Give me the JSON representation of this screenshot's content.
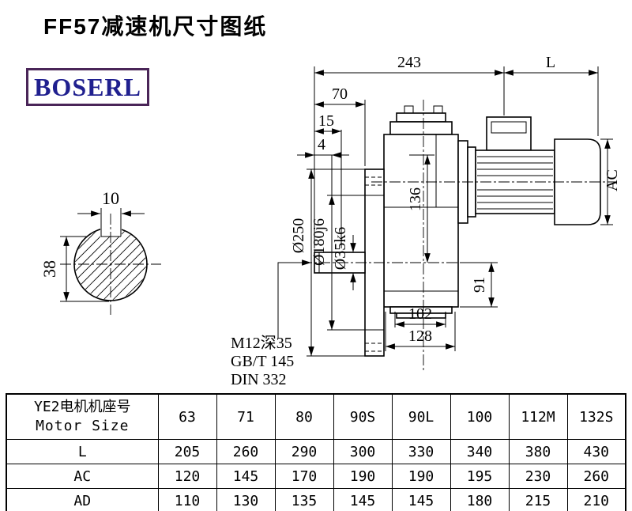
{
  "page": {
    "title": "FF57减速机尺寸图纸",
    "brand": "BOSERL"
  },
  "drawing": {
    "dims": {
      "d243": "243",
      "L": "L",
      "d70": "70",
      "d15": "15",
      "d4": "4",
      "d10": "10",
      "d38": "38",
      "d136": "136",
      "AC": "AC",
      "d91": "91",
      "d102": "102",
      "d128": "128",
      "dia250": "Ø250",
      "dia180": "Ø180j6",
      "dia35": "Ø35k6"
    },
    "notes": {
      "tap": "M12深35",
      "gb": "GB/T 145",
      "din": "DIN 332"
    }
  },
  "table": {
    "header_cn": "YE2电机机座号",
    "header_en": "Motor Size",
    "sizes": [
      "63",
      "71",
      "80",
      "90S",
      "90L",
      "100",
      "112M",
      "132S"
    ],
    "rows": [
      {
        "label": "L",
        "values": [
          "205",
          "260",
          "290",
          "300",
          "330",
          "340",
          "380",
          "430"
        ]
      },
      {
        "label": "AC",
        "values": [
          "120",
          "145",
          "170",
          "190",
          "190",
          "195",
          "230",
          "260"
        ]
      },
      {
        "label": "AD",
        "values": [
          "110",
          "130",
          "135",
          "145",
          "145",
          "180",
          "215",
          "210"
        ]
      }
    ]
  }
}
